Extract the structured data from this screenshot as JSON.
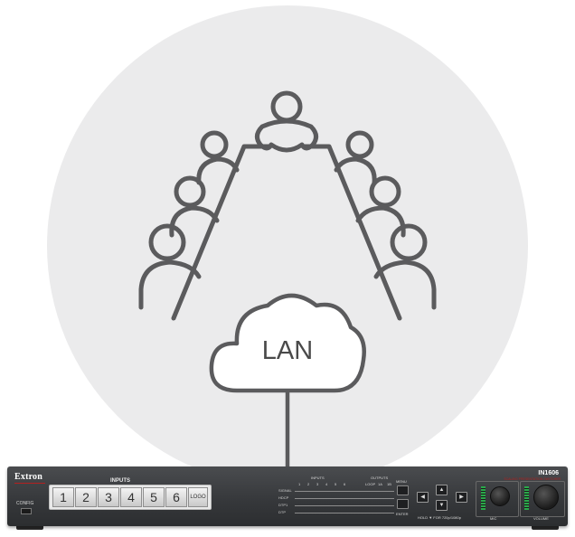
{
  "cloud_label": "LAN",
  "device": {
    "brand": "Extron",
    "model": "IN1606",
    "model_subtitle": "SCALING PRESENTATION SWITCHER",
    "config_label": "CONFIG",
    "inputs_title": "INPUTS",
    "input_buttons": [
      "1",
      "2",
      "3",
      "4",
      "5",
      "6",
      "LOGO"
    ],
    "matrix_inputs_title": "INPUTS",
    "matrix_input_numbers": [
      "1",
      "2",
      "3",
      "4",
      "5",
      "6"
    ],
    "matrix_outputs_title": "OUTPUTS",
    "matrix_output_labels": [
      "LOOP",
      "1A",
      "1B"
    ],
    "matrix_rows": [
      "SIGNAL",
      "HDCP",
      "DTP1",
      "DTP"
    ],
    "menu_label": "MENU",
    "enter_label": "ENTER",
    "hold_label": "HOLD ▼ FOR 720p/1080p",
    "mic_label": "MIC",
    "volume_label": "VOLUME"
  },
  "colors": {
    "circle_bg": "#ebebec",
    "icon_stroke": "#5b5b5d",
    "device_body": "#3a3c3f",
    "brand_red": "#b42020",
    "meter_green": "#2aa84a"
  }
}
